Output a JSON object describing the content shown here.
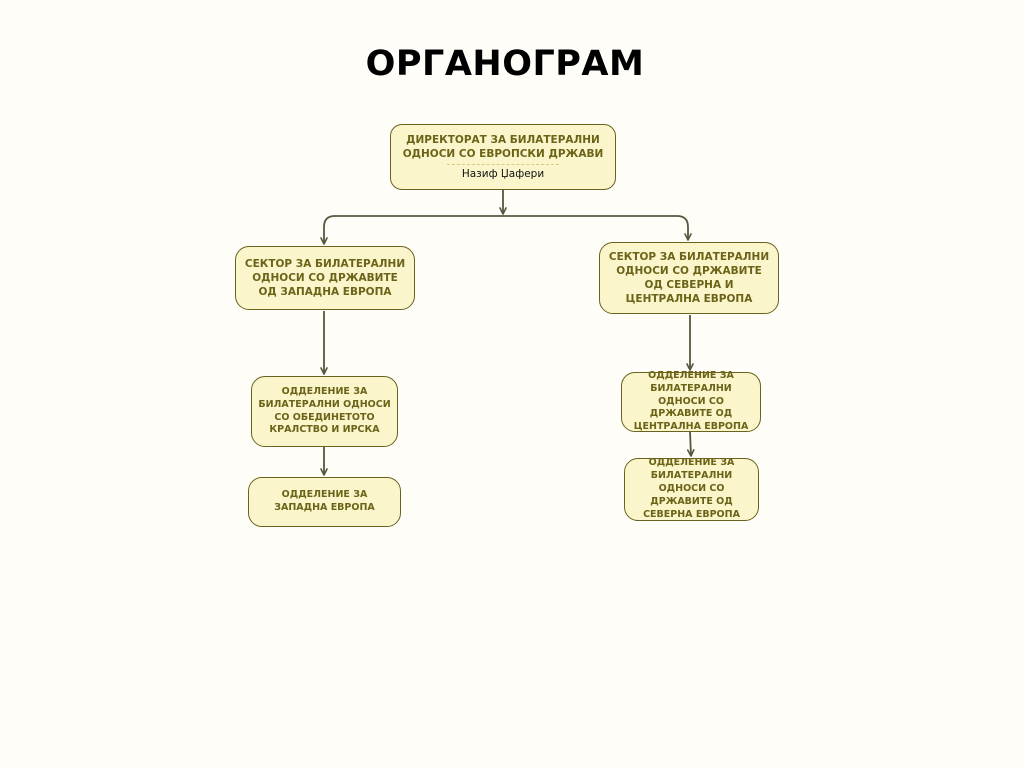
{
  "title": "ОРГАНОГРАМ",
  "colors": {
    "background": "#fefdf7",
    "box_fill": "#fbf5cc",
    "box_border": "#6a6320",
    "box_text": "#6b6418",
    "connector": "#55583f"
  },
  "director": {
    "label": "ДИРЕКТОРАТ ЗА БИЛАТЕРАЛНИ ОДНОСИ СО ЕВРОПСКИ ДРЖАВИ",
    "person": "Назиф Џафери"
  },
  "sectors": {
    "west": {
      "label": "СЕКТОР ЗА БИЛАТЕРАЛНИ ОДНОСИ СО ДРЖАВИТЕ ОД ЗАПАДНА ЕВРОПА"
    },
    "north_central": {
      "label": "СЕКТОР ЗА БИЛАТЕРАЛНИ ОДНОСИ СО ДРЖАВИТЕ ОД СЕВЕРНА И ЦЕНТРАЛНА ЕВРОПА"
    }
  },
  "departments": {
    "uk_ireland": "ОДДЕЛЕНИЕ ЗА БИЛАТЕРАЛНИ ОДНОСИ СО ОБЕДИНЕТОТО КРАЛСТВО И ИРСКА",
    "western_europe": "ОДДЕЛЕНИЕ ЗА ЗАПАДНА ЕВРОПА",
    "central_europe": "ОДДЕЛЕНИЕ ЗА БИЛАТЕРАЛНИ ОДНОСИ СО ДРЖАВИТЕ ОД ЦЕНТРАЛНА ЕВРОПА",
    "northern_europe": "ОДДЕЛЕНИЕ ЗА БИЛАТЕРАЛНИ ОДНОСИ СО ДРЖАВИТЕ ОД СЕВЕРНА ЕВРОПА"
  }
}
